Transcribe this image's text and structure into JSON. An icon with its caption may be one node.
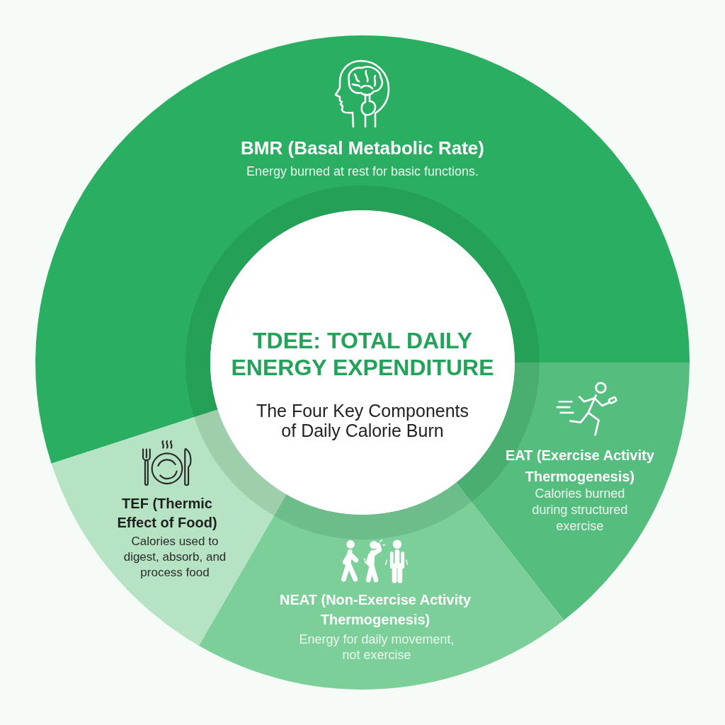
{
  "diagram": {
    "nodes": [
      {
        "text": [
          "BMR (Basal Metabolic Rate)",
          "Energy burned at rest for basic functions."
        ]
      },
      {
        "text": [
          "TDEE: TOTAL DAILY ENERGY EXPENDITURE",
          "The Four Key Components of Daily Calorie Burn"
        ]
      },
      {
        "text": [
          "EAT (Exercise Activity Thermogenesis)",
          "Calories burned during structured exercise"
        ]
      },
      {
        "text": [
          "TEF (Thermic Effect of Food)",
          "Calories used to digest, absorb, and process food"
        ]
      },
      {
        "text": [
          "NEAT (Non-Exercise Activity Thermogenesis)",
          "Energy for daily movement, not exercise"
        ]
      }
    ]
  }
}
